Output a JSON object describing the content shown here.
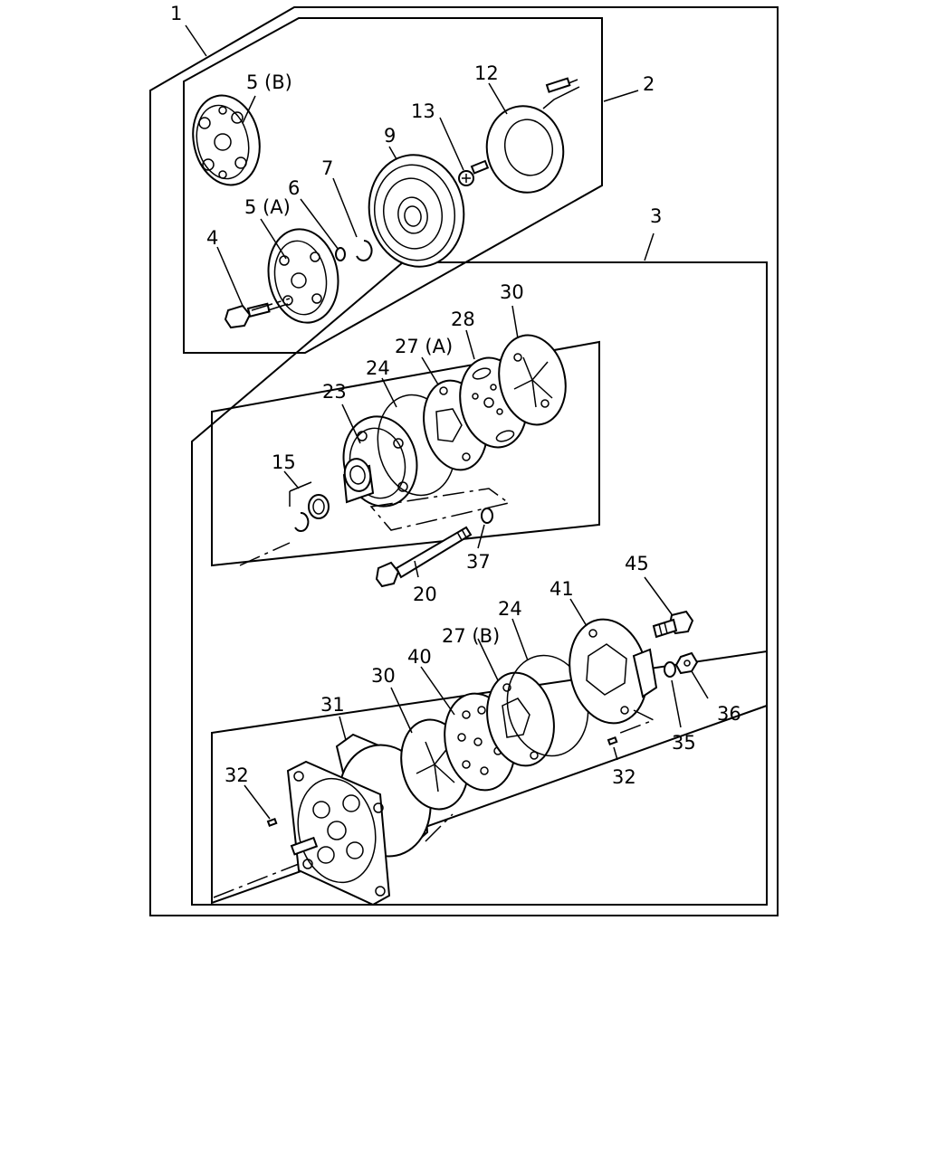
{
  "labels": {
    "l1": "1",
    "l2": "2",
    "l3": "3",
    "l4": "4",
    "l5b": "5 (B)",
    "l5a": "5 (A)",
    "l6": "6",
    "l7": "7",
    "l9": "9",
    "l12": "12",
    "l13": "13",
    "l15": "15",
    "l20": "20",
    "l23": "23",
    "l24a": "24",
    "l27a": "27 (A)",
    "l28": "28",
    "l30a": "30",
    "l37": "37",
    "l45": "45",
    "l41": "41",
    "l24b": "24",
    "l27b": "27 (B)",
    "l40": "40",
    "l30b": "30",
    "l31": "31",
    "l32a": "32",
    "l36": "36",
    "l35": "35",
    "l32b": "32"
  }
}
